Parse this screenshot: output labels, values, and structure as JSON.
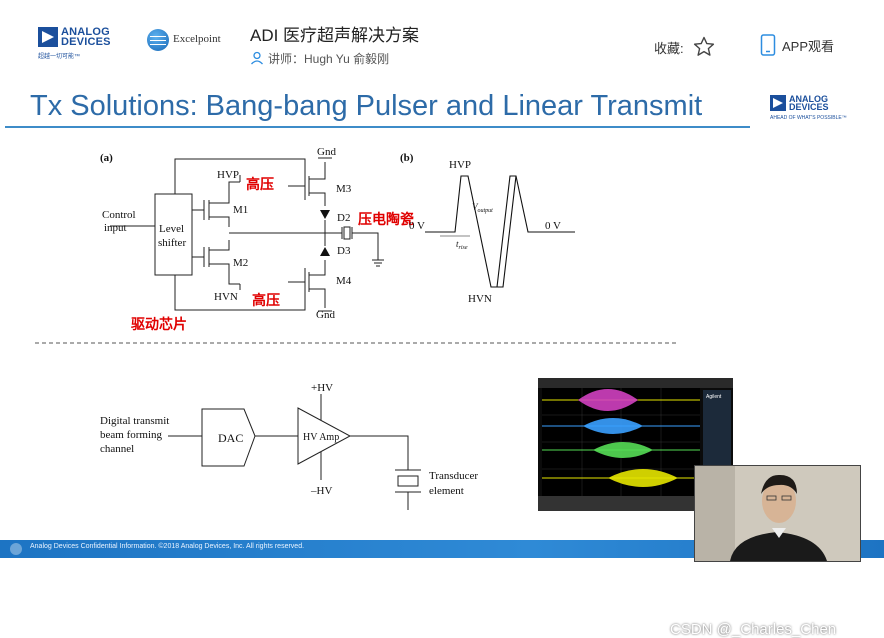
{
  "header": {
    "adi_logo_line1": "ANALOG",
    "adi_logo_line2": "DEVICES",
    "adi_logo_tagline": "超越一切可能™",
    "partner_logo": "Excelpoint",
    "course_title": "ADI 医疗超声解决方案",
    "lecturer": "讲师：Hugh Yu 俞毅刚",
    "favorite_label": "收藏:",
    "app_label": "APP观看",
    "icons": [
      "star-icon",
      "phone-icon",
      "user-icon"
    ]
  },
  "slide": {
    "title": "Tx Solutions: Bang-bang Pulser and Linear Transmit",
    "logo_line1": "ANALOG",
    "logo_line2": "DEVICES",
    "logo_tagline": "AHEAD OF WHAT'S POSSIBLE™",
    "circuit": {
      "label_a": "(a)",
      "label_b": "(b)",
      "gnd_top": "Gnd",
      "gnd_bottom": "Gnd",
      "hvp_left": "HVP",
      "hvn_left": "HVN",
      "m1": "M1",
      "m2": "M2",
      "m3": "M3",
      "m4": "M4",
      "d2": "D2",
      "d3": "D3",
      "control_input_line1": "Control",
      "control_input_line2": "input",
      "level_shifter_line1": "Level",
      "level_shifter_line2": "shifter",
      "annot_high_voltage_top": "高压",
      "annot_high_voltage_bottom": "高压",
      "annot_piezo": "压电陶瓷",
      "annot_driver": "驱动芯片",
      "wave_hvp": "HVP",
      "wave_hvn": "HVN",
      "wave_0v_left": "0 V",
      "wave_0v_right": "0 V",
      "wave_voutput": "V",
      "wave_voutput_sub": "output",
      "wave_trise": "t",
      "wave_trise_sub": "rise"
    },
    "linear": {
      "input_line1": "Digital transmit",
      "input_line2": "beam forming",
      "input_line3": "channel",
      "dac": "DAC",
      "amp": "HV Amp",
      "plus_hv": "+HV",
      "minus_hv": "–HV",
      "transducer_line1": "Transducer",
      "transducer_line2": "element"
    },
    "footer": "Analog Devices Confidential Information. ©2018 Analog Devices, Inc. All rights reserved.",
    "scope_header": "Agilent",
    "watermark": "CSDN @_Charles_Chen"
  },
  "colors": {
    "title_blue": "#2d6ba8",
    "annotation_red": "#e00000",
    "footer_blue": "#1d74c3"
  }
}
